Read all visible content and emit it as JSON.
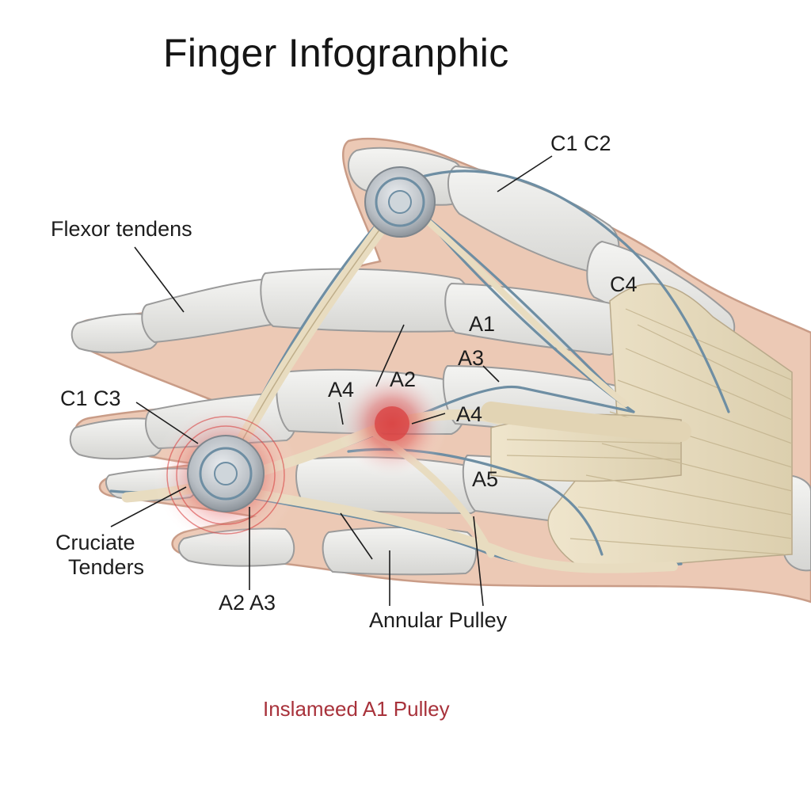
{
  "title": "Finger Infogranphic",
  "labels": {
    "c1_c2": "C1 C2",
    "flexor_tendens": "Flexor tendens",
    "c4": "C4",
    "a1": "A1",
    "a3_right": "A3",
    "a4_mid": "A4",
    "a2_mid": "A2",
    "a4_right": "A4",
    "c1_c3": "C1 C3",
    "a5": "A5",
    "cruciate_line1": "Cruciate",
    "cruciate_line2": "Tenders",
    "a2_a3": "A2 A3",
    "annular_pulley": "Annular Pulley",
    "inflamed_caption": "Inslameed A1 Pulley"
  },
  "colors": {
    "skin": "#ecc9b5",
    "bone": "#e9e9e7",
    "bone_outline": "#9b9b9b",
    "tendon": "#e8dcc0",
    "sheath": "#6e8ea3",
    "inflammation": "#d93a3a",
    "caption": "#a8323b"
  }
}
